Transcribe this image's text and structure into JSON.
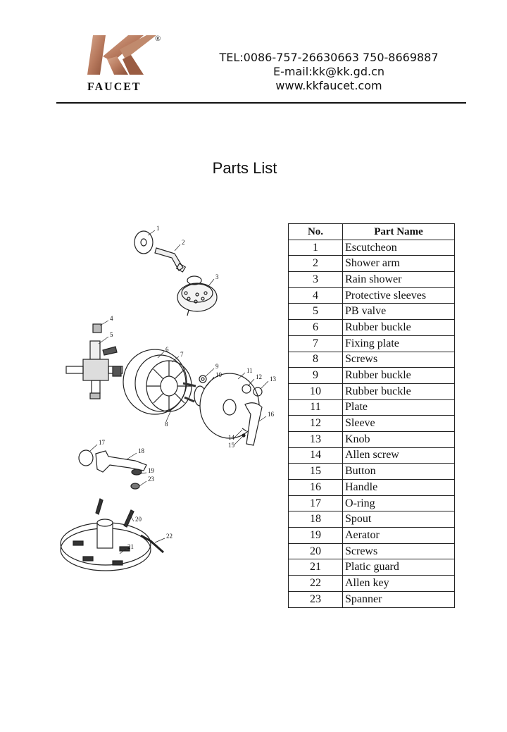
{
  "header": {
    "logo": {
      "letters": "KK",
      "registered": "®",
      "brand": "FAUCET",
      "colors": {
        "primary": "#b87a5e",
        "dark": "#8a4f37",
        "light": "#d6a78c"
      }
    },
    "contact": {
      "tel": "TEL:0086-757-26630663 750-8669887",
      "email": "E-mail:kk@kk.gd.cn",
      "web": "www.kkfaucet.com"
    }
  },
  "title": "Parts List",
  "diagram": {
    "callouts": [
      "1",
      "2",
      "3",
      "4",
      "5",
      "6",
      "7",
      "8",
      "9",
      "10",
      "11",
      "12",
      "13",
      "14",
      "15",
      "16",
      "17",
      "18",
      "19",
      "20",
      "21",
      "22",
      "23"
    ]
  },
  "parts_table": {
    "headers": {
      "no": "No.",
      "name": "Part Name"
    },
    "rows": [
      {
        "no": "1",
        "name": "Escutcheon"
      },
      {
        "no": "2",
        "name": "Shower arm"
      },
      {
        "no": "3",
        "name": "Rain shower"
      },
      {
        "no": "4",
        "name": "Protective sleeves"
      },
      {
        "no": "5",
        "name": "PB valve"
      },
      {
        "no": "6",
        "name": "Rubber buckle"
      },
      {
        "no": "7",
        "name": "Fixing plate"
      },
      {
        "no": "8",
        "name": "Screws"
      },
      {
        "no": "9",
        "name": "Rubber buckle"
      },
      {
        "no": "10",
        "name": "Rubber buckle"
      },
      {
        "no": "11",
        "name": "Plate"
      },
      {
        "no": "12",
        "name": "Sleeve"
      },
      {
        "no": "13",
        "name": "Knob"
      },
      {
        "no": "14",
        "name": "Allen screw"
      },
      {
        "no": "15",
        "name": "Button"
      },
      {
        "no": "16",
        "name": "Handle"
      },
      {
        "no": "17",
        "name": "O-ring"
      },
      {
        "no": "18",
        "name": "Spout"
      },
      {
        "no": "19",
        "name": "Aerator"
      },
      {
        "no": "20",
        "name": "Screws"
      },
      {
        "no": "21",
        "name": "Platic guard"
      },
      {
        "no": "22",
        "name": "Allen key"
      },
      {
        "no": "23",
        "name": "Spanner"
      }
    ]
  }
}
